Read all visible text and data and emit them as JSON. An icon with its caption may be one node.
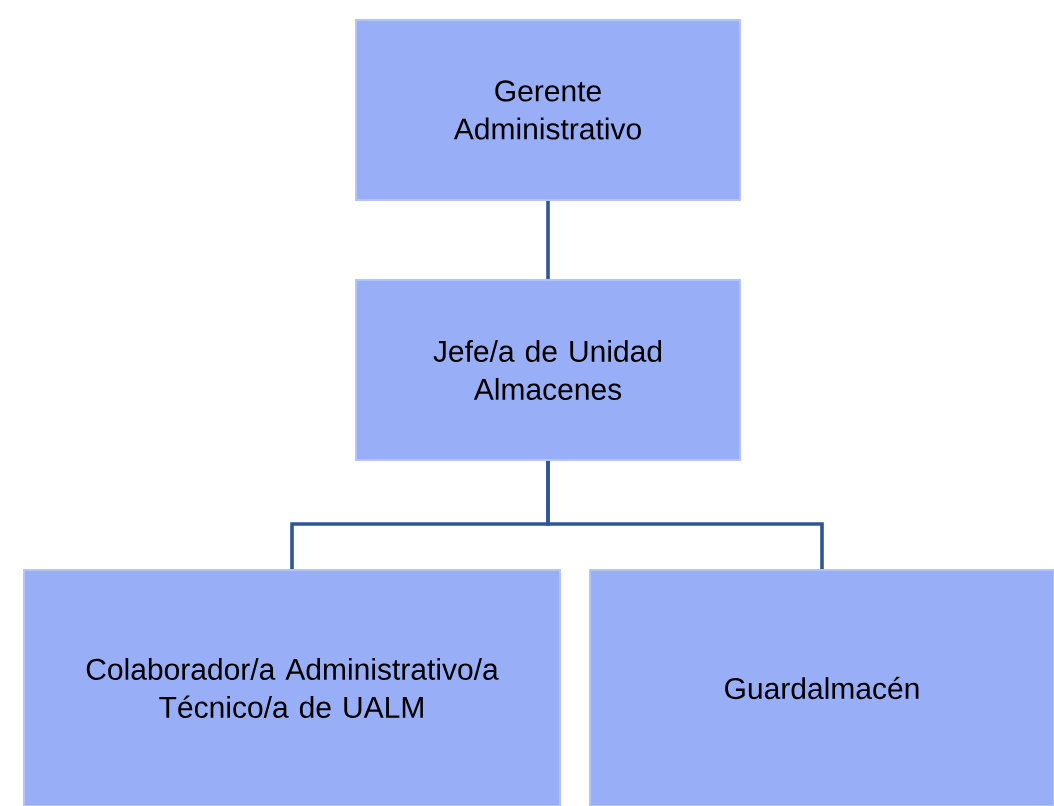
{
  "diagram": {
    "nodes": [
      {
        "text": [
          "Gerente Administrativo"
        ]
      },
      {
        "text": [
          "Jefe/a de Unidad Almacenes"
        ]
      },
      {
        "text": [
          "Colaborador/a Administrativo/a Técnico/a de UALM"
        ]
      },
      {
        "text": [
          "Guardalmacén"
        ]
      }
    ],
    "edges": [
      {
        "from": 0,
        "to": 1,
        "arrow": "none"
      },
      {
        "from": 1,
        "to": 2,
        "arrow": "none"
      },
      {
        "from": 1,
        "to": 3,
        "arrow": "none"
      }
    ]
  }
}
